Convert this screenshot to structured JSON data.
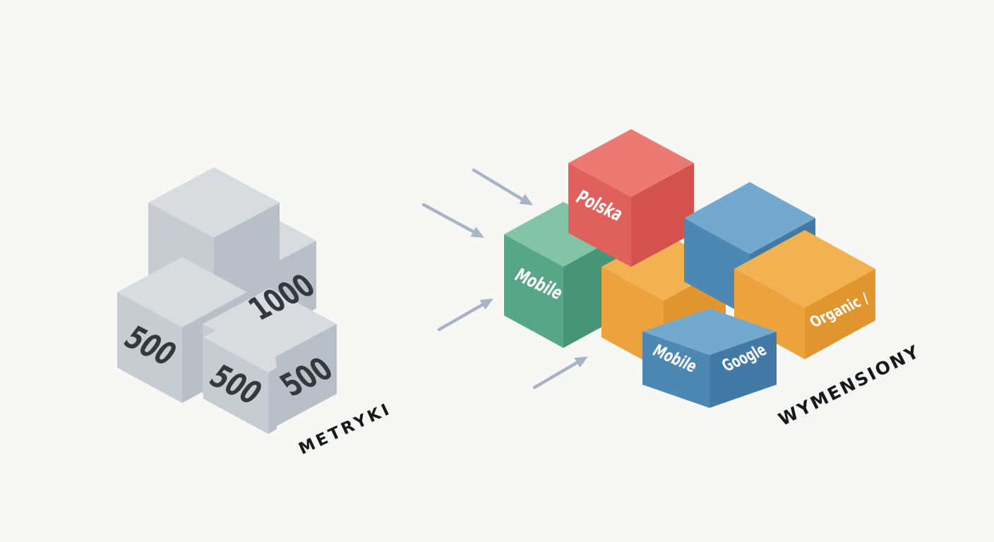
{
  "diagram": {
    "left_group_label": "METRYKI",
    "right_group_label": "WYMENSIONY"
  },
  "metrics": {
    "cube_1000": "1000",
    "cube_500_left": "500",
    "cube_500_mid": "500",
    "cube_500_right": "500"
  },
  "dimensions": {
    "red_polska": "Polska",
    "green_mobile": "Mobile",
    "blue_mobile": "Mobile",
    "blue_google": "Google",
    "orange_organic": "Organic /"
  },
  "colors": {
    "background": "#f7f7f5",
    "gray_top": "#d8dcdf",
    "gray_left": "#c7ccd2",
    "gray_right": "#b9bfc7",
    "number_text": "#34383f",
    "green_top": "#83c3a6",
    "green_left": "#57a68a",
    "green_right": "#479479",
    "red_top": "#ed7a72",
    "red_left": "#df605d",
    "red_right": "#d4524e",
    "orange_top": "#f2b252",
    "orange_left": "#eca33d",
    "orange_right": "#e0952f",
    "blue_top": "#73a9ce",
    "blue_left": "#4d88b5",
    "blue_right": "#4279a5",
    "arrow": "#a9b5c7",
    "title_text": "#17191c",
    "cube_word_text": "#ffffff"
  }
}
